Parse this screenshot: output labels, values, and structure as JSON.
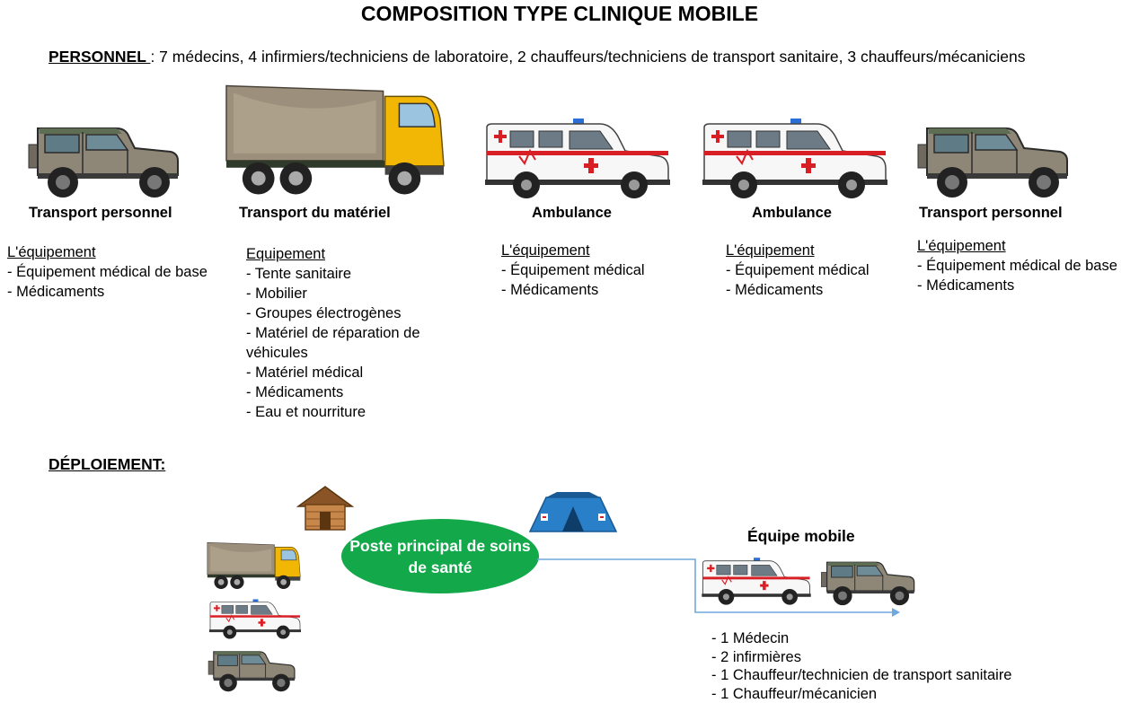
{
  "title": "COMPOSITION TYPE CLINIQUE MOBILE",
  "personnel": {
    "label": "PERSONNEL ",
    "text": ": 7 médecins, 4 infirmiers/techniciens de laboratoire, 2 chauffeurs/techniciens de transport sanitaire, 3 chauffeurs/mécaniciens"
  },
  "vehicles": [
    {
      "caption": "Transport personnel",
      "equip_heading": "L'équipement",
      "items": [
        "Équipement médical de base",
        "Médicaments"
      ]
    },
    {
      "caption": "Transport du matériel",
      "equip_heading": "Equipement",
      "items": [
        "Tente sanitaire",
        "Mobilier",
        "Groupes électrogènes",
        "Matériel de réparation de véhicules",
        "Matériel médical",
        "Médicaments",
        "Eau et nourriture"
      ]
    },
    {
      "caption": "Ambulance",
      "equip_heading": "L'équipement",
      "items": [
        "Équipement médical",
        "Médicaments"
      ]
    },
    {
      "caption": "Ambulance",
      "equip_heading": "L'équipement",
      "items": [
        "Équipement médical",
        "Médicaments"
      ]
    },
    {
      "caption": "Transport personnel",
      "equip_heading": "L'équipement",
      "items": [
        "Équipement médical de base",
        "Médicaments"
      ]
    }
  ],
  "deployment": {
    "label": "DÉPLOIEMENT:",
    "post_label": "Poste principal de soins de santé",
    "mobile_team": {
      "title": "Équipe mobile",
      "members": [
        "1 Médecin",
        "2 infirmières",
        "1 Chauffeur/technicien de transport sanitaire",
        "1 Chauffeur/mécanicien"
      ]
    }
  },
  "icons": [
    "jeep-icon",
    "truck-icon",
    "ambulance-icon",
    "hut-icon",
    "tent-icon",
    "arrow-icon"
  ],
  "colors": {
    "post_green": "#13a84a",
    "connector_blue": "#6fa8dc",
    "cross_red": "#d91f26",
    "jeep_body": "#8e8676",
    "truck_cab": "#f2b705"
  }
}
